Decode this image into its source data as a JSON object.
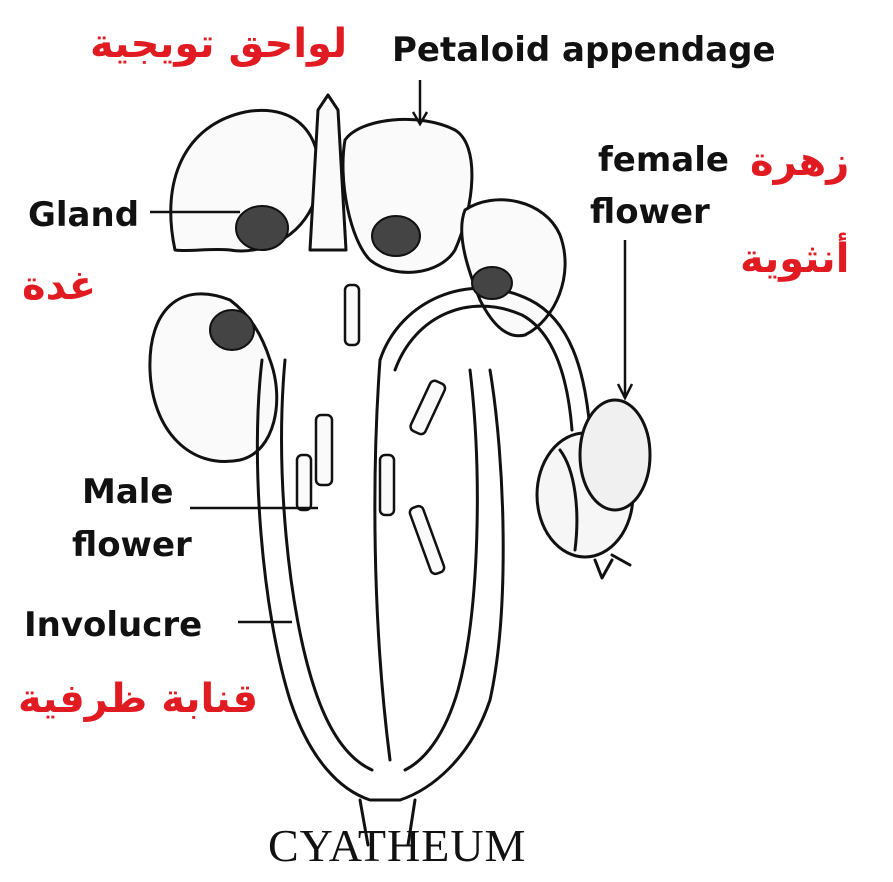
{
  "labels": {
    "petaloid_en": "Petaloid  appendage",
    "petaloid_ar": "لواحق تويجية",
    "gland_en": "Gland",
    "gland_ar": "غدة",
    "female_en_1": "female",
    "female_en_2": "flower",
    "female_ar_1": "زهرة",
    "female_ar_2": "أنثوية",
    "male_en_1": "Male",
    "male_en_2": "flower",
    "involucre_en": "Involucre",
    "involucre_ar": "قنابة ظرفية"
  },
  "caption": "CYATHEUM",
  "colors": {
    "arabic_text": "#e11b22",
    "ink": "#111111",
    "background": "#ffffff"
  }
}
